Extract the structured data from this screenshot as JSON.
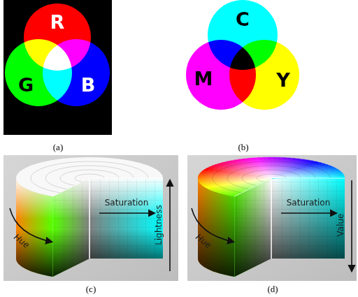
{
  "diagram": {
    "labels": [
      "R",
      "G",
      "B",
      "(a)",
      "C",
      "M",
      "Y",
      "(b)",
      "Hue",
      "Saturation",
      "Lightness",
      "(c)",
      "Hue",
      "Saturation",
      "Value",
      "(d)"
    ]
  }
}
